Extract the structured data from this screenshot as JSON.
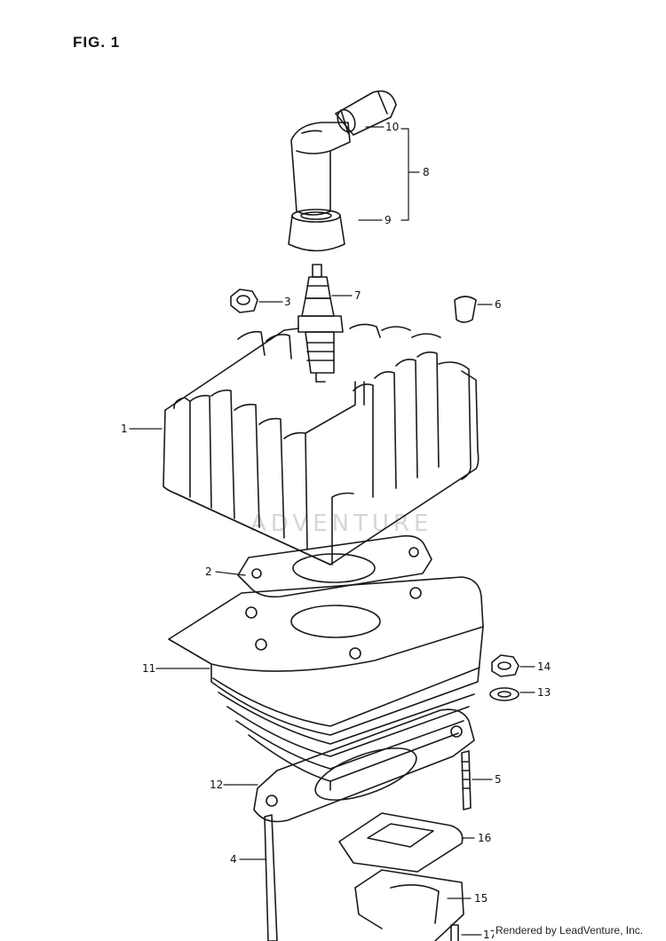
{
  "figure_label": "FIG. 1",
  "watermark": "ADVENTURE",
  "footer": "Rendered by LeadVenture, Inc.",
  "callouts": [
    {
      "id": "1",
      "label": "1"
    },
    {
      "id": "2",
      "label": "2"
    },
    {
      "id": "3",
      "label": "3"
    },
    {
      "id": "4",
      "label": "4"
    },
    {
      "id": "5",
      "label": "5"
    },
    {
      "id": "6",
      "label": "6"
    },
    {
      "id": "7",
      "label": "7"
    },
    {
      "id": "8",
      "label": "8"
    },
    {
      "id": "9",
      "label": "9"
    },
    {
      "id": "10",
      "label": "10"
    },
    {
      "id": "11",
      "label": "11"
    },
    {
      "id": "12",
      "label": "12"
    },
    {
      "id": "13",
      "label": "13"
    },
    {
      "id": "14",
      "label": "14"
    },
    {
      "id": "15",
      "label": "15"
    },
    {
      "id": "16",
      "label": "16"
    },
    {
      "id": "17",
      "label": "17"
    }
  ]
}
